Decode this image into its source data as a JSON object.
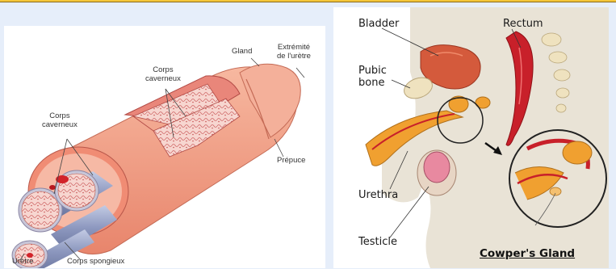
{
  "left_diagram": {
    "labels": {
      "gland": "Gland",
      "extremite_line1": "Extrémité",
      "extremite_line2": "de l'urètre",
      "corps_caverneux_top_line1": "Corps",
      "corps_caverneux_top_line2": "caverneux",
      "corps_caverneux_left_line1": "Corps",
      "corps_caverneux_left_line2": "caverneux",
      "prepuce": "Prépuce",
      "uretre": "Urètre",
      "corps_spongieux": "Corps spongieux"
    }
  },
  "right_diagram": {
    "labels": {
      "bladder": "Bladder",
      "rectum": "Rectum",
      "pubic_line1": "Pubic",
      "pubic_line2": "bone",
      "urethra": "Urethra",
      "testicle": "Testicle",
      "cowpers_gland": "Cowper's Gland"
    }
  },
  "colors": {
    "skin": "#f2a68e",
    "skin_dark": "#e58a72",
    "tissue_red": "#d2232a",
    "spongy_fill": "#f7d6d0",
    "tube_blue": "#9aa6c8",
    "bladder": "#d45a3c",
    "rectum": "#c8202a",
    "gland_orange": "#f0a030",
    "bone": "#efe2bf",
    "body_bg": "#e9e3d6",
    "page_bg": "#e6eefa"
  }
}
